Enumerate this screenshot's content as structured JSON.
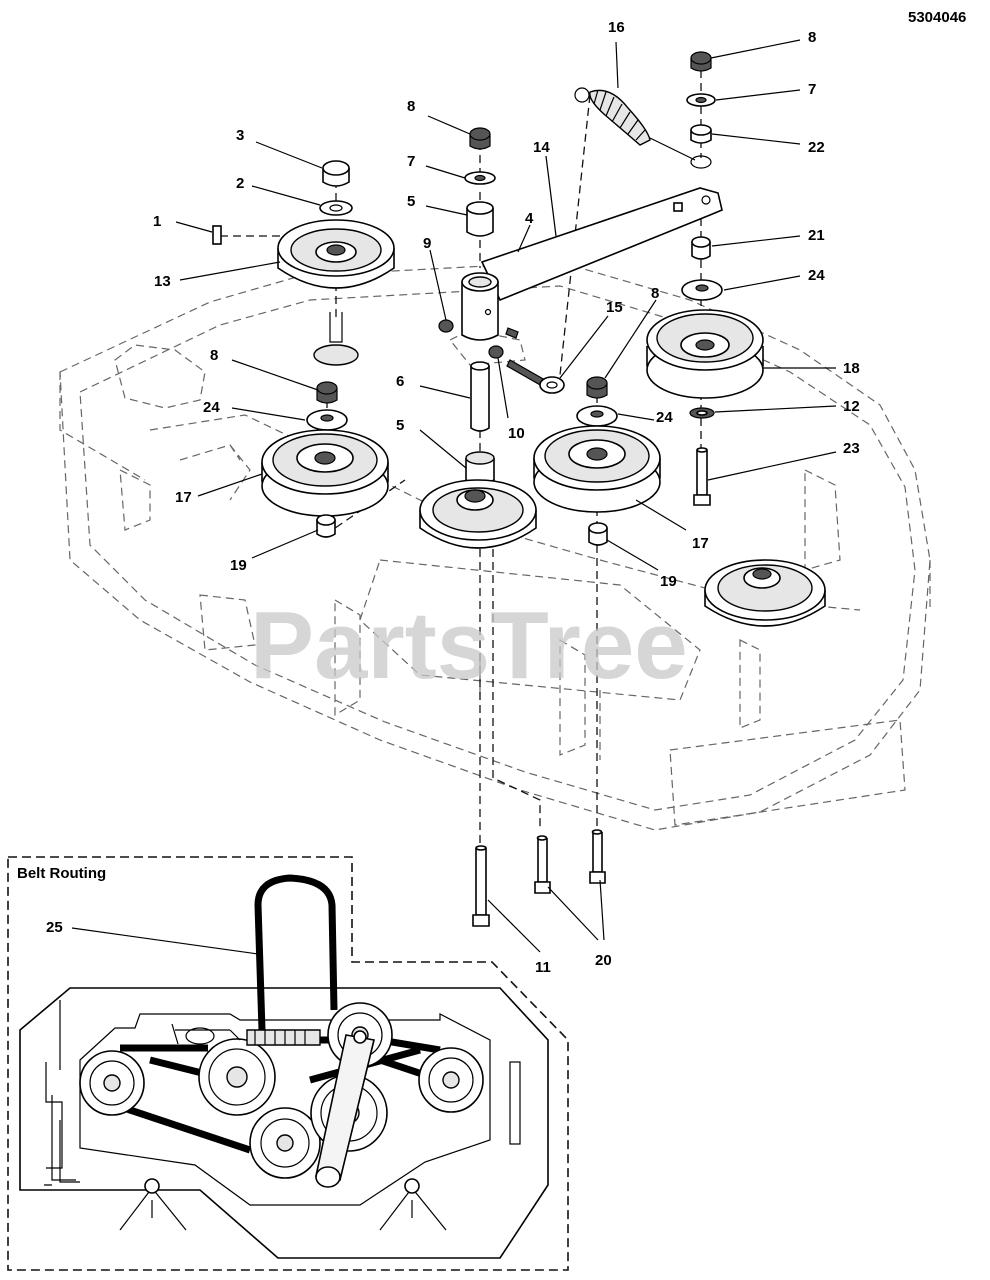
{
  "drawing_id": "5304046",
  "watermark": "PartsTree",
  "inset_title": "Belt Routing",
  "callouts": {
    "c1": "1",
    "c2": "2",
    "c3": "3",
    "c4": "4",
    "c5a": "5",
    "c5b": "5",
    "c6": "6",
    "c7a": "7",
    "c7b": "7",
    "c8a": "8",
    "c8b": "8",
    "c8c": "8",
    "c8d": "8",
    "c9": "9",
    "c10": "10",
    "c11": "11",
    "c12": "12",
    "c13": "13",
    "c14": "14",
    "c15": "15",
    "c16": "16",
    "c17a": "17",
    "c17b": "17",
    "c18": "18",
    "c19a": "19",
    "c19b": "19",
    "c20": "20",
    "c21": "21",
    "c22": "22",
    "c23": "23",
    "c24a": "24",
    "c24b": "24",
    "c24c": "24",
    "c25": "25"
  }
}
